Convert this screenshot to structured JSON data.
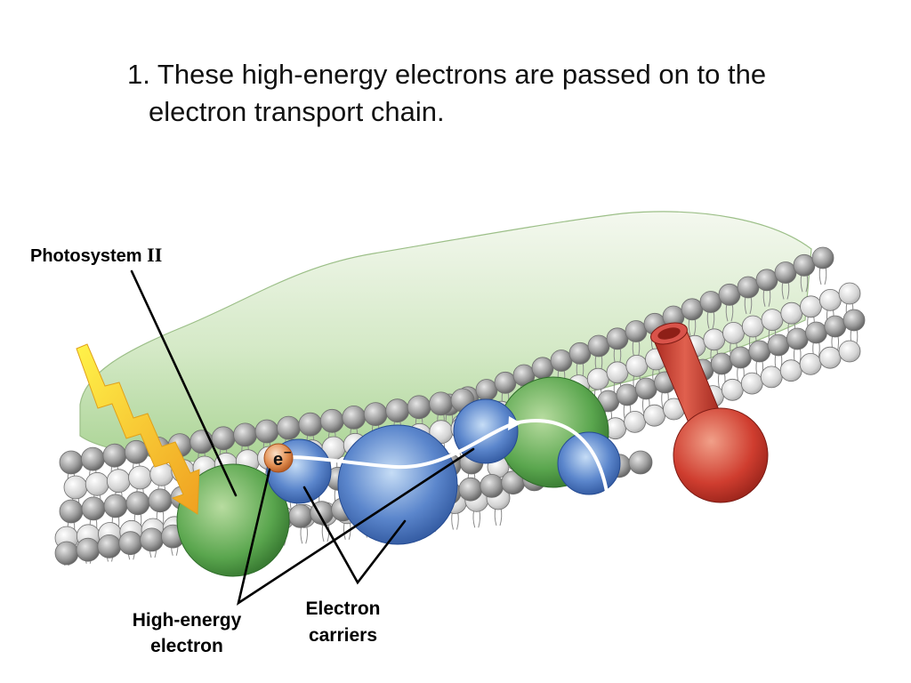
{
  "heading": {
    "line1": "1. These high-energy electrons are passed on to the",
    "line2": "electron transport chain."
  },
  "labels": {
    "photosystem": "Photosystem ",
    "photosystem_numeral": "II",
    "high_energy_line1": "High-energy",
    "high_energy_line2": "electron",
    "carriers_line1": "Electron",
    "carriers_line2": "carriers",
    "electron_symbol": "e",
    "electron_charge": "–"
  },
  "colors": {
    "membrane_green": "#bcdca8",
    "photosystem_green": "#4e9a48",
    "carrier_blue": "#3f6bb8",
    "atp_synthase_red": "#c8372d",
    "light_arrow_yellow": "#f2dd1a",
    "electron_orange": "#d87a3a"
  }
}
